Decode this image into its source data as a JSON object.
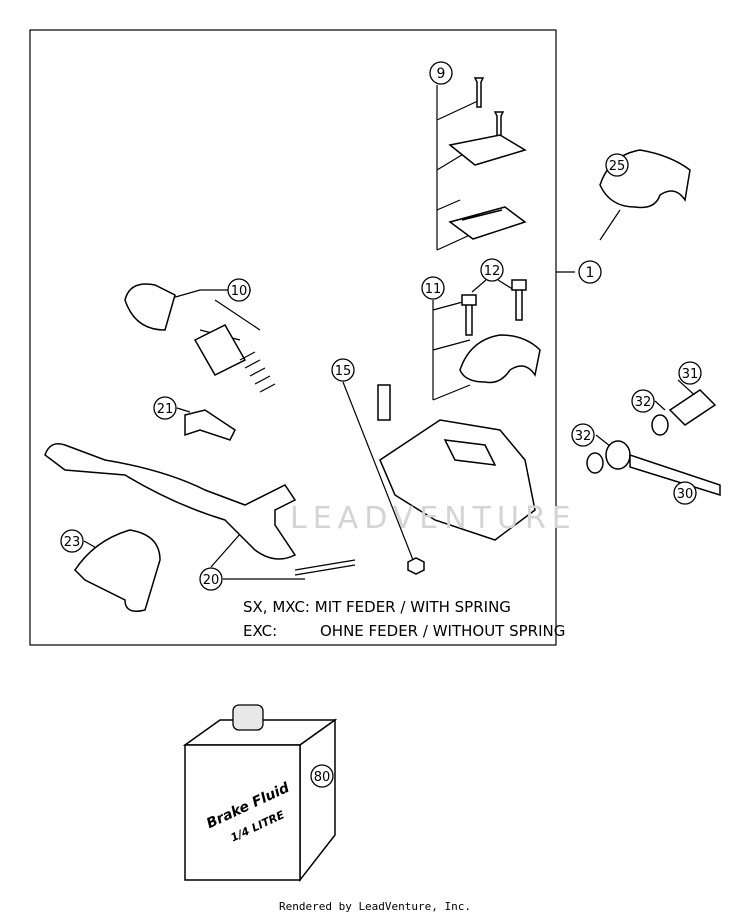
{
  "callouts": [
    "9",
    "25",
    "1",
    "10",
    "11",
    "12",
    "15",
    "31",
    "32",
    "32",
    "21",
    "30",
    "23",
    "20",
    "80"
  ],
  "notes": {
    "line1": "SX, MXC: MIT FEDER / WITH SPRING",
    "line2_model": "EXC:",
    "line2_text": "OHNE FEDER / WITHOUT SPRING"
  },
  "brake_fluid": {
    "line1": "Brake Fluid",
    "line2": "1/4 LITRE"
  },
  "watermark": "LEADVENTURE",
  "footer": "Rendered by LeadVenture, Inc."
}
